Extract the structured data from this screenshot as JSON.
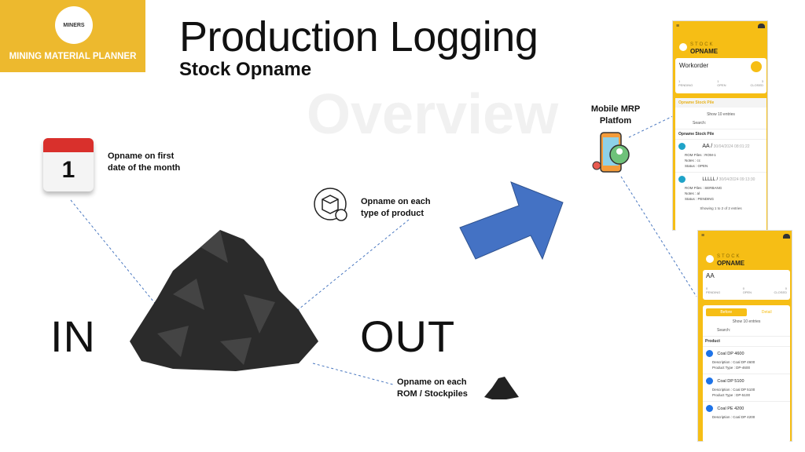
{
  "logo": {
    "badge": "MINERS",
    "text": "MINING MATERIAL PLANNER"
  },
  "header": {
    "title": "Production Logging",
    "subtitle": "Stock Opname",
    "watermark": "Overview"
  },
  "labels": {
    "first_date": "Opname on first date of the month",
    "product": "Opname on each type of product",
    "rom": "Opname on each ROM / Stockpiles",
    "in": "IN",
    "out": "OUT",
    "platform": "Mobile MRP Platfom",
    "calendar_day": "1"
  },
  "phone1": {
    "brand_top": "STOCK",
    "brand_bottom": "OPNAME",
    "card_title": "Workorder",
    "counts": [
      {
        "v": "1",
        "l": "PENDING"
      },
      {
        "v": "1",
        "l": "OPEN"
      },
      {
        "v": "3",
        "l": "CLOSED"
      }
    ],
    "section": "Opname Stock Pile",
    "show": "Show",
    "show_n": "10",
    "entries": "entries",
    "search": "Search:",
    "column": "Opname Stock Pile",
    "items": [
      {
        "name": "AA /",
        "date": "30/04/2024 08:01:22",
        "lines": [
          "ROM Piles : ROM-1",
          "Notes : cc",
          "Status : OPEN"
        ]
      },
      {
        "name": "LLLLL /",
        "date": "30/04/2024 09:13:30",
        "lines": [
          "ROM Piles : SERBANG",
          "Notes : al",
          "Status : PENDING"
        ]
      }
    ],
    "footer": "Showing 1 to 2 of 2 entries"
  },
  "phone2": {
    "brand_top": "STOCK",
    "brand_bottom": "OPNAME",
    "card_title": "AA",
    "counts": [
      {
        "v": "0",
        "l": "PENDING"
      },
      {
        "v": "0",
        "l": "OPEN"
      },
      {
        "v": "0",
        "l": "CLOSED"
      }
    ],
    "tabs": [
      "Before",
      "Detail"
    ],
    "show": "Show",
    "show_n": "10",
    "entries": "entries",
    "search": "Search:",
    "column": "Product",
    "items": [
      {
        "name": "Coal DP 4600",
        "lines": [
          "Description : Coal DP 4600",
          "Product Type : DP-4600"
        ]
      },
      {
        "name": "Coal DP 5100",
        "lines": [
          "Description : Coal DP 5100",
          "Product Type : DP-5100"
        ]
      },
      {
        "name": "Coal PE 4200",
        "lines": [
          "Description : Coal DP 4200"
        ]
      }
    ]
  },
  "colors": {
    "gold": "#EDB92E",
    "arrow": "#4472C4",
    "teal": "#1FA3C8",
    "blue": "#1E73E8"
  }
}
